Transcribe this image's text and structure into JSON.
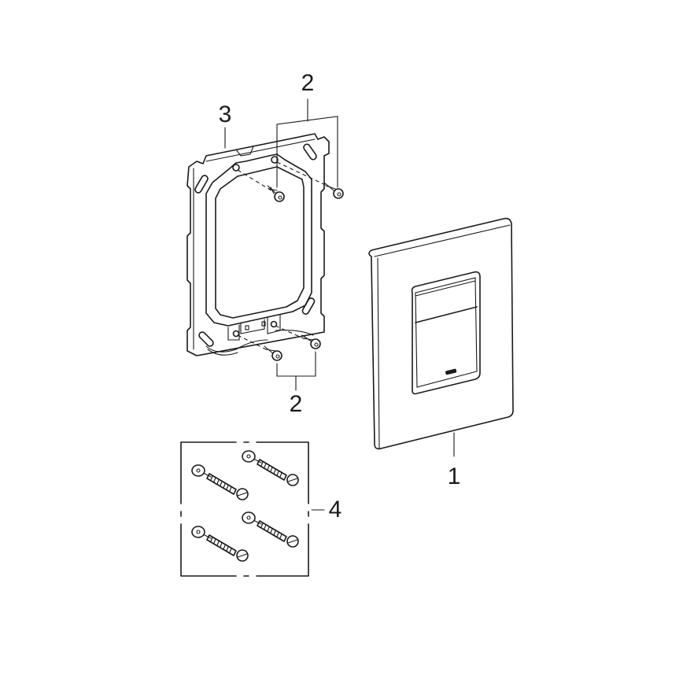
{
  "diagram": {
    "type": "exploded-parts-diagram",
    "background": "#ffffff",
    "line_color": "#1a1a1a",
    "parts": [
      {
        "id": "part-1",
        "callout": "1",
        "description": "Flush plate cover with push button and logo"
      },
      {
        "id": "part-2-top",
        "callout": "2",
        "description": "Pair of mounting screws (upper)"
      },
      {
        "id": "part-2-bottom",
        "callout": "2",
        "description": "Pair of mounting screws (lower)"
      },
      {
        "id": "part-3",
        "callout": "3",
        "description": "Mounting frame"
      },
      {
        "id": "part-4",
        "callout": "4",
        "description": "Set of 4 wall plugs and wood screws"
      }
    ]
  },
  "callouts": {
    "one": "1",
    "two_top": "2",
    "two_bottom": "2",
    "three": "3",
    "four": "4"
  }
}
